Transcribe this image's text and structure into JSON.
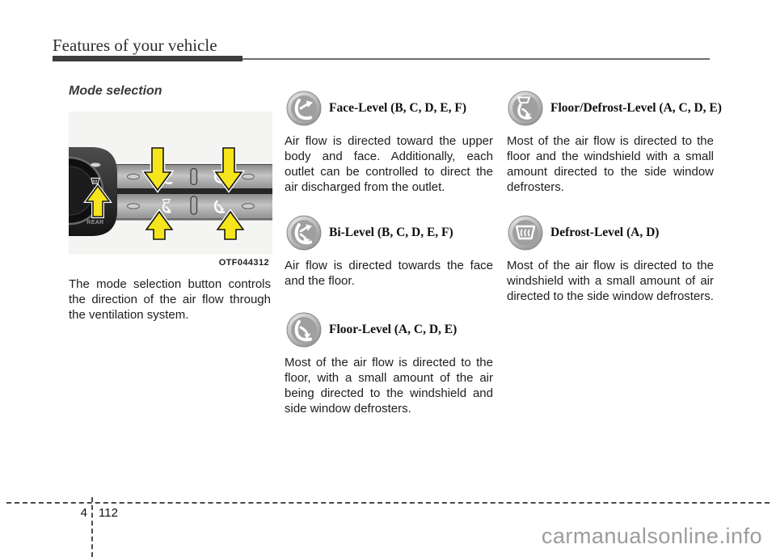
{
  "header": {
    "title": "Features of your vehicle"
  },
  "left": {
    "heading": "Mode selection",
    "figure": {
      "caption": "OTF044312",
      "rear_label": "REAR"
    },
    "body": "The mode selection button controls the direction of the air flow through the ventilation system."
  },
  "middle": {
    "sections": [
      {
        "icon": "face-level-icon",
        "heading": "Face-Level (B, C, D, E, F)",
        "body": "Air flow is directed toward the upper body and face. Additionally, each outlet can be controlled to direct the air discharged from the outlet."
      },
      {
        "icon": "bi-level-icon",
        "heading": "Bi-Level (B, C, D, E, F)",
        "body": "Air flow is directed towards the face and the floor."
      },
      {
        "icon": "floor-level-icon",
        "heading": "Floor-Level (A, C, D, E)",
        "body": "Most of the air flow is directed to the floor, with a small amount of the air being directed to the windshield and side window defrosters."
      }
    ]
  },
  "right": {
    "sections": [
      {
        "icon": "floor-defrost-level-icon",
        "heading": "Floor/Defrost-Level (A, C, D, E)",
        "body": "Most of the air flow is directed to the floor and the windshield with a small amount directed to the side window defrosters."
      },
      {
        "icon": "defrost-level-icon",
        "heading": "Defrost-Level (A, D)",
        "body": "Most of the air flow is directed to the windshield with a small amount of air directed to the side window defrosters."
      }
    ]
  },
  "footer": {
    "chapter_number": "4",
    "page_number": "112",
    "watermark": "carmanualsonline.info"
  },
  "colors": {
    "arrow_yellow": "#f6e41d",
    "watermark_gray": "#9c9c9c"
  }
}
